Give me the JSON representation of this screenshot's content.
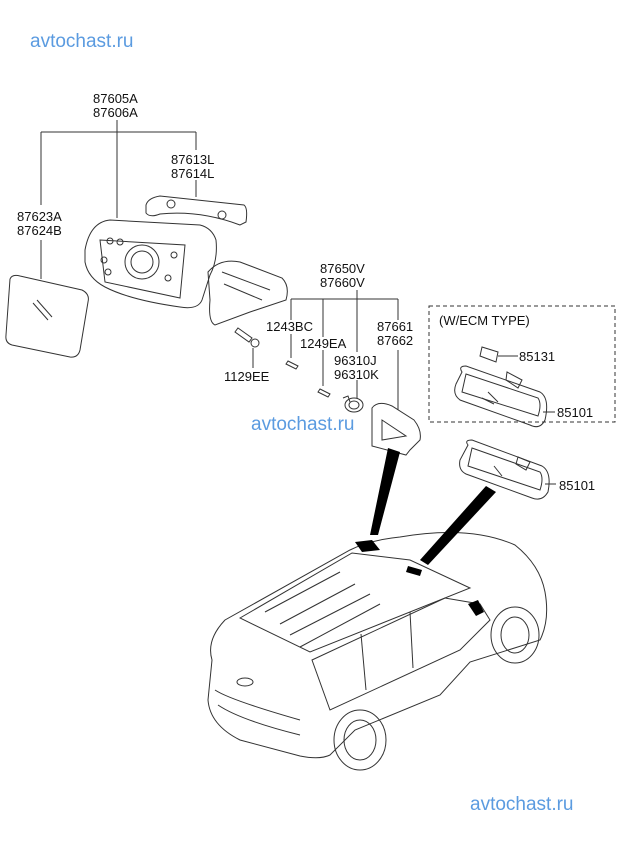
{
  "watermark": {
    "text": "avtochast.ru",
    "color": "#5b9be0"
  },
  "diagram": {
    "title": "Outside & Inside Rear View Mirror",
    "groups": [
      {
        "id": "outside-mirror-assy",
        "labels": [
          "87605A",
          "87606A"
        ]
      },
      {
        "id": "mirror-cover",
        "labels": [
          "87613L",
          "87614L"
        ]
      },
      {
        "id": "mirror-glass",
        "labels": [
          "87623A",
          "87624B"
        ]
      },
      {
        "id": "mirror-bolt",
        "labels": [
          "1129EE"
        ]
      },
      {
        "id": "side-repeater-assy",
        "labels": [
          "87650V",
          "87660V"
        ]
      },
      {
        "id": "screw-1",
        "labels": [
          "1243BC"
        ]
      },
      {
        "id": "screw-2",
        "labels": [
          "1249EA"
        ]
      },
      {
        "id": "lamp-bulb",
        "labels": [
          "96310J",
          "96310K"
        ]
      },
      {
        "id": "lamp-cover",
        "labels": [
          "87661",
          "87662"
        ]
      },
      {
        "id": "ecm-cover",
        "labels": [
          "85131"
        ]
      },
      {
        "id": "ecm-mirror",
        "labels": [
          "85101"
        ]
      },
      {
        "id": "inside-mirror",
        "labels": [
          "85101"
        ]
      }
    ],
    "ecm_note": "(W/ECM TYPE)"
  },
  "colors": {
    "line": "#333333",
    "background": "#ffffff",
    "arrow": "#000000"
  }
}
